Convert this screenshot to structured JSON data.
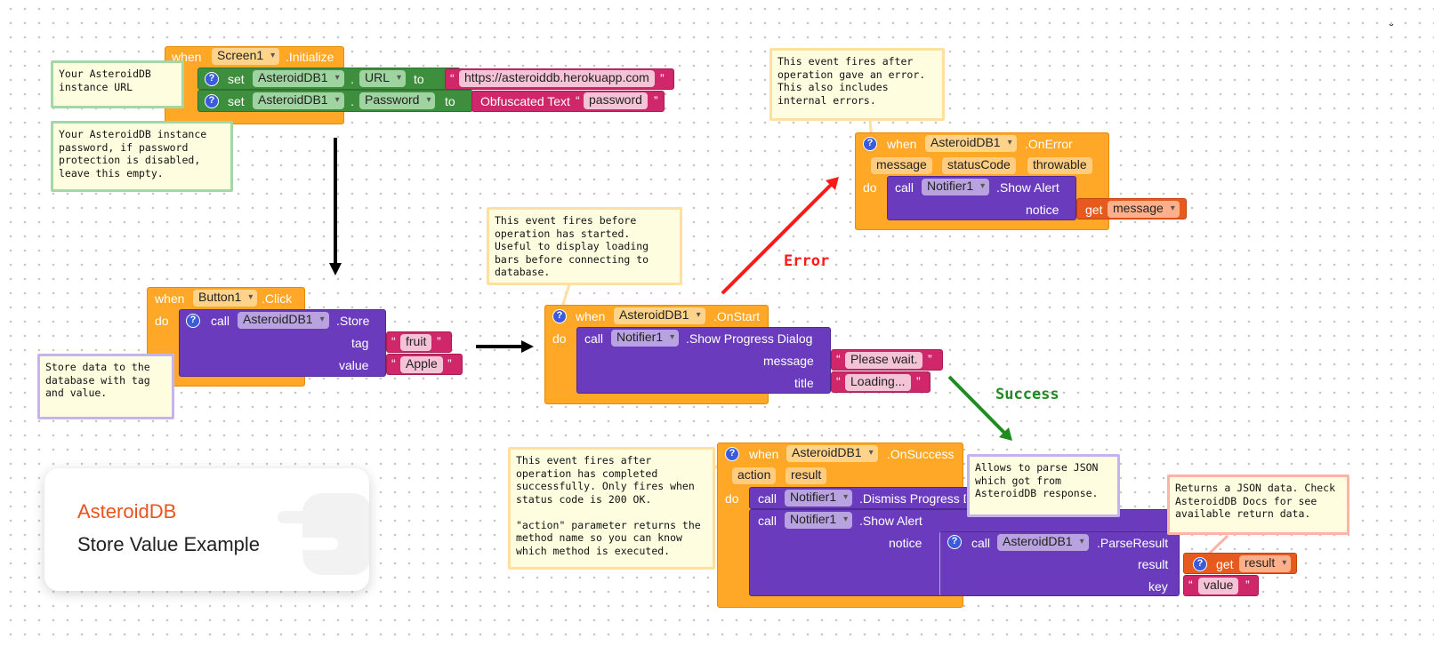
{
  "screen1_init": {
    "when": "when",
    "component": "Screen1",
    "event": ".Initialize",
    "set1": {
      "set": "set",
      "component": "AsteroidDB1",
      "dot": ".",
      "prop": "URL",
      "to": "to",
      "value": "https://asteroiddb.herokuapp.com"
    },
    "set2": {
      "set": "set",
      "component": "AsteroidDB1",
      "dot": ".",
      "prop": "Password",
      "to": "to",
      "obf": "Obfuscated Text",
      "value": "password"
    }
  },
  "notes": {
    "url": "Your AsteroidDB\ninstance URL",
    "password": "Your AsteroidDB instance\npassword, if password\nprotection is disabled,\nleave this empty.",
    "store": "Store data to the\ndatabase with tag\nand value.",
    "onstart": "This event fires before\noperation has started.\nUseful to display loading\nbars before connecting to\ndatabase.",
    "onerror": "This event fires after\noperation gave an error.\nThis also includes\ninternal errors.",
    "onsuccess": "This event fires after\noperation has completed\nsuccessfully. Only fires when\nstatus code is 200 OK.\n\n\"action\" parameter returns the\nmethod name so you can know\nwhich method is executed.",
    "parse": "Allows to parse JSON\nwhich got from\nAsteroidDB response.",
    "returns": "Returns a JSON data. Check\nAsteroidDB Docs for see\navailable return data."
  },
  "button_click": {
    "when": "when",
    "component": "Button1",
    "event": ".Click",
    "do": "do",
    "call": "call",
    "target": "AsteroidDB1",
    "method": ".Store",
    "tag_label": "tag",
    "tag_value": "fruit",
    "value_label": "value",
    "value_value": "Apple"
  },
  "onstart": {
    "when": "when",
    "component": "AsteroidDB1",
    "event": ".OnStart",
    "do": "do",
    "call": "call",
    "target": "Notifier1",
    "method": ".Show Progress Dialog",
    "message_label": "message",
    "message_value": "Please wait.",
    "title_label": "title",
    "title_value": "Loading..."
  },
  "onerror": {
    "when": "when",
    "component": "AsteroidDB1",
    "event": ".OnError",
    "params": [
      "message",
      "statusCode",
      "throwable"
    ],
    "do": "do",
    "call": "call",
    "target": "Notifier1",
    "method": ".Show Alert",
    "notice_label": "notice",
    "get": "get",
    "get_value": "message"
  },
  "onsuccess": {
    "when": "when",
    "component": "AsteroidDB1",
    "event": ".OnSuccess",
    "params": [
      "action",
      "result"
    ],
    "do": "do",
    "call1": "call",
    "target1": "Notifier1",
    "method1": ".Dismiss Progress Dialog",
    "call2": "call",
    "target2": "Notifier1",
    "method2": ".Show Alert",
    "notice_label": "notice",
    "call3": "call",
    "target3": "AsteroidDB1",
    "method3": ".ParseResult",
    "result_label": "result",
    "get": "get",
    "get_value": "result",
    "key_label": "key",
    "key_value": "value"
  },
  "labels": {
    "error": "Error",
    "success": "Success"
  },
  "card": {
    "brand": "AsteroidDB",
    "subtitle": "Store Value Example"
  },
  "colors": {
    "event": "#ffa726",
    "set": "#3d8f3d",
    "call": "#6a3bbd",
    "text": "#d0266a",
    "get": "#e65a1e",
    "error_arrow": "#ff1a1a",
    "success_arrow": "#1f8c1f"
  }
}
